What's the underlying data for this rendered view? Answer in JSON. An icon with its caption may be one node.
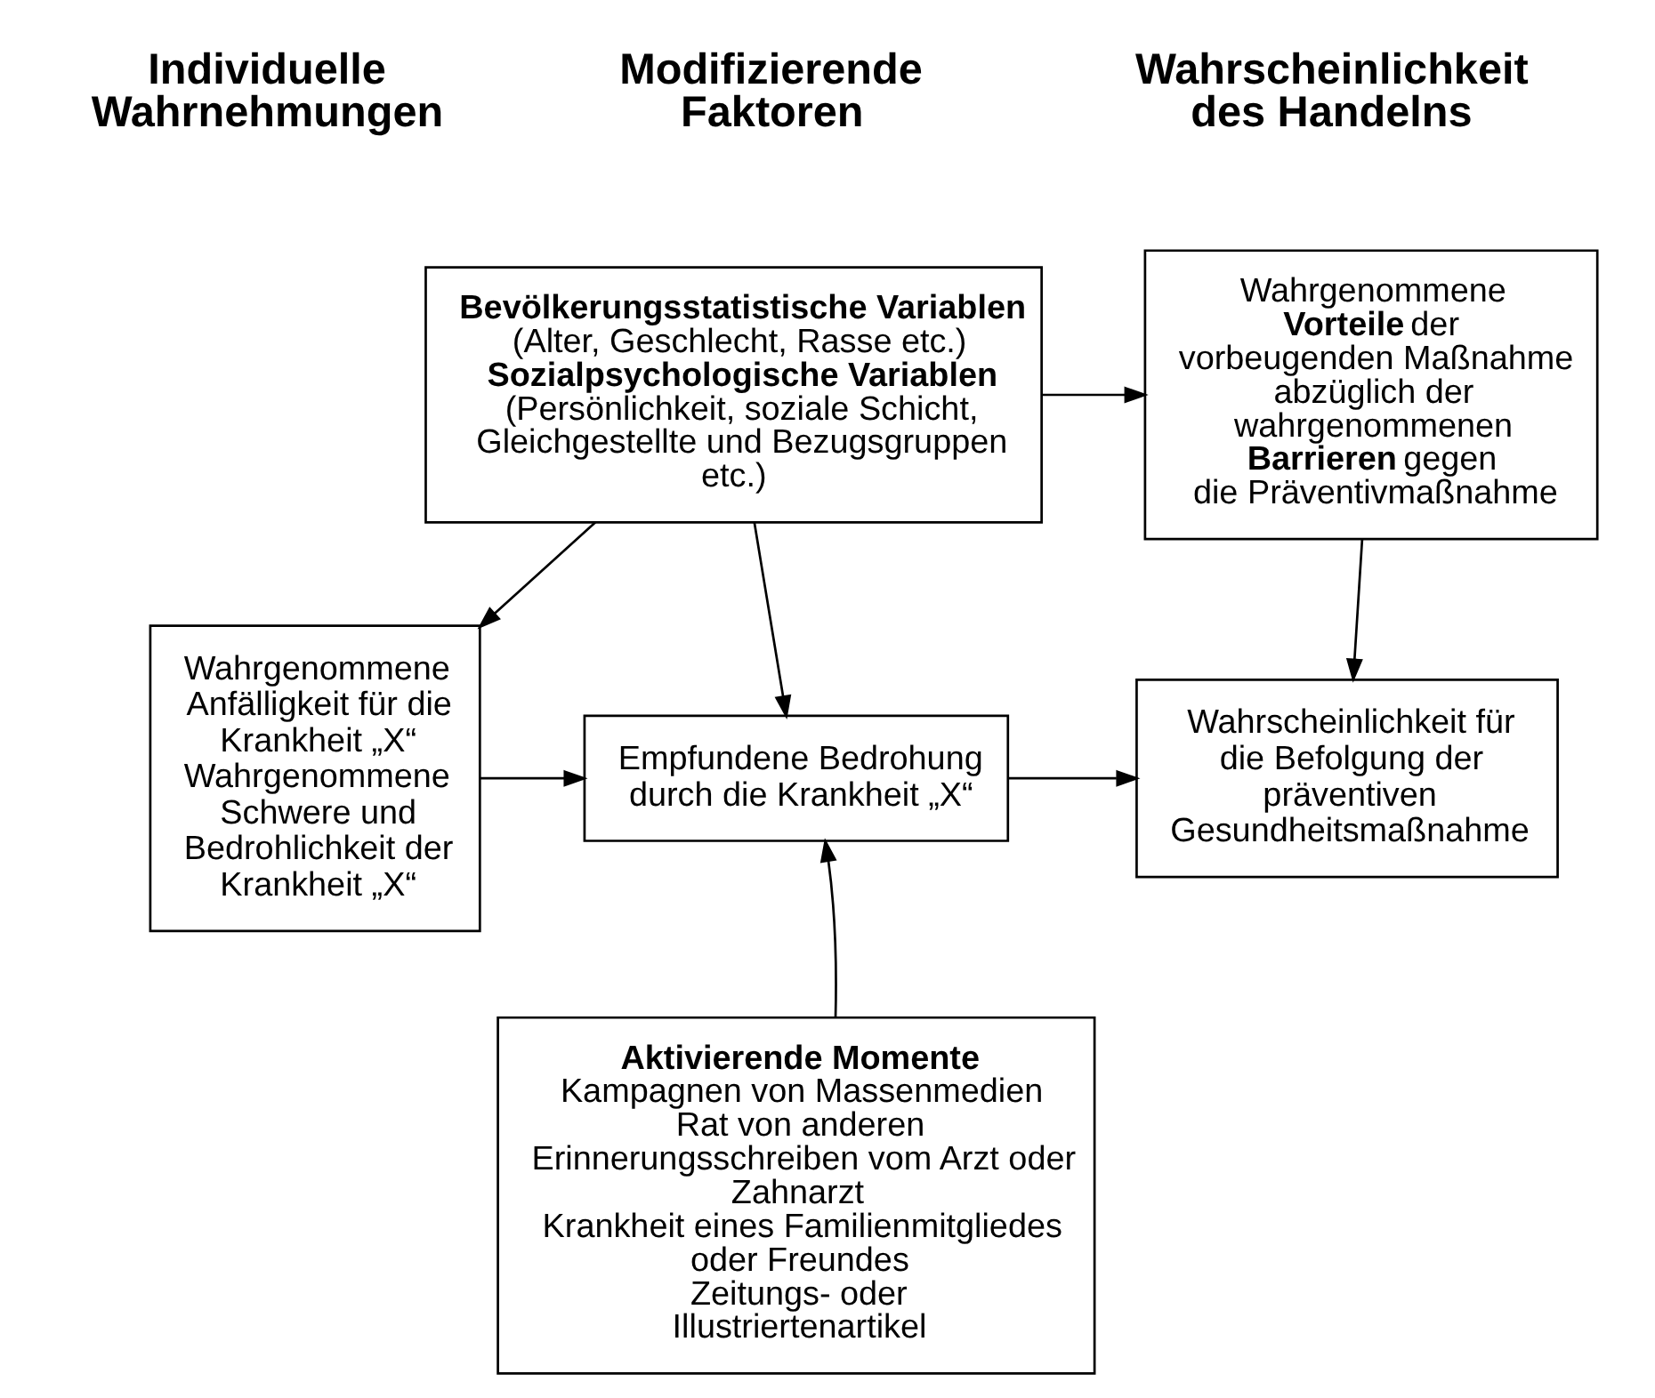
{
  "diagram": {
    "nodes": [
      {
        "text": [
          "Bevölkerungsstatistische Variablen",
          "(Alter, Geschlecht, Rasse etc.)",
          "Sozialpsychologische Variablen",
          "(Persönlichkeit, soziale Schicht, Gleichgestellte und Bezugsgruppen etc.)"
        ]
      },
      {
        "text": [
          "Wahrgenommene **Vorteile** der vorbeugenden Maßnahme abzüglich der wahrgenommenen **Barrieren** gegen die Präventivmaßnahme"
        ]
      },
      {
        "text": [
          "Wahrgenommene Anfälligkeit für die Krankheit „X“",
          "Wahrgenommene Schwere und Bedrohlichkeit der Krankheit „X“"
        ]
      },
      {
        "text": [
          "Empfundene Bedrohung durch die Krankheit „X“"
        ]
      },
      {
        "text": [
          "Wahrscheinlichkeit für die Befolgung der präventiven Gesundheitsmaßnahme"
        ]
      },
      {
        "text": [
          "Aktivierende Momente",
          "Kampagnen von Massenmedien",
          "Rat von anderen",
          "Erinnerungsschreiben vom Arzt oder Zahnarzt",
          "Krankheit eines Familienmitgliedes oder Freundes",
          "Zeitungs- oder Illustriertenartikel"
        ]
      }
    ],
    "edges": [
      {
        "from": 0,
        "to": 2,
        "arrow": "to"
      },
      {
        "from": 0,
        "to": 1,
        "arrow": "to"
      },
      {
        "from": 0,
        "to": 3,
        "arrow": "to"
      },
      {
        "from": 1,
        "to": 4,
        "arrow": "to"
      },
      {
        "from": 2,
        "to": 3,
        "arrow": "to"
      },
      {
        "from": 3,
        "to": 4,
        "arrow": "to"
      },
      {
        "from": 5,
        "to": 3,
        "arrow": "to"
      }
    ],
    "labels": [
      "Individuelle Wahrnehmungen",
      "Modifizierende Faktoren",
      "Wahrscheinlichkeit des Handelns"
    ]
  }
}
